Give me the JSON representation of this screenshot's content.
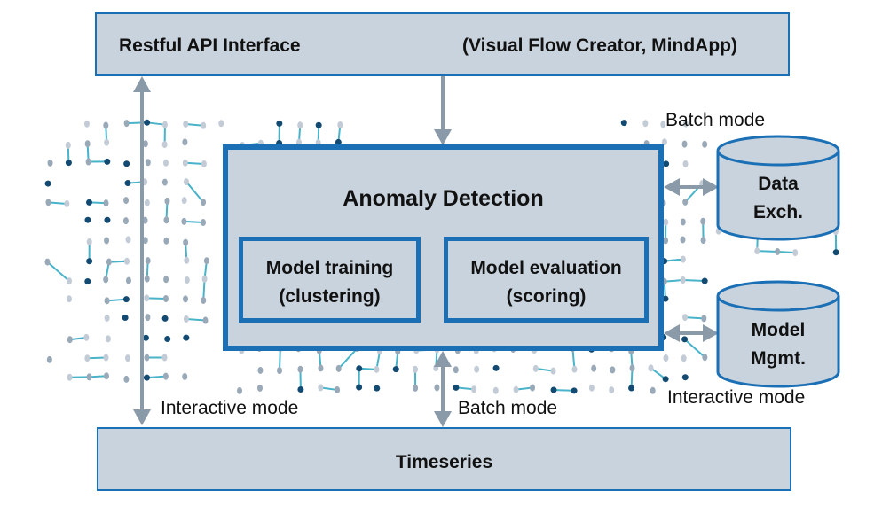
{
  "colors": {
    "box_fill": "#c9d3dd",
    "box_border": "#1b6fb5",
    "arrow": "#8a9aa8",
    "dot_light": "#c3ccd6",
    "dot_mid": "#9aa9b8",
    "dot_dark": "#134a72",
    "network_line": "#48b3c9"
  },
  "top_bar": {
    "left_label": "Restful API Interface",
    "right_label": "(Visual Flow Creator, MindApp)"
  },
  "main": {
    "title": "Anomaly Detection",
    "training": {
      "line1": "Model training",
      "line2": "(clustering)"
    },
    "evaluation": {
      "line1": "Model evaluation",
      "line2": "(scoring)"
    }
  },
  "stores": {
    "data_exchange": {
      "line1": "Data",
      "line2": "Exch."
    },
    "model_mgmt": {
      "line1": "Model",
      "line2": "Mgmt."
    }
  },
  "bottom_bar": {
    "label": "Timeseries"
  },
  "mode_labels": {
    "interactive_left": "Interactive mode",
    "batch_center": "Batch mode",
    "batch_top_right": "Batch mode",
    "interactive_right": "Interactive mode"
  },
  "icons": {
    "connector": "connector-circle-icon",
    "database": "database-cylinder-icon"
  }
}
